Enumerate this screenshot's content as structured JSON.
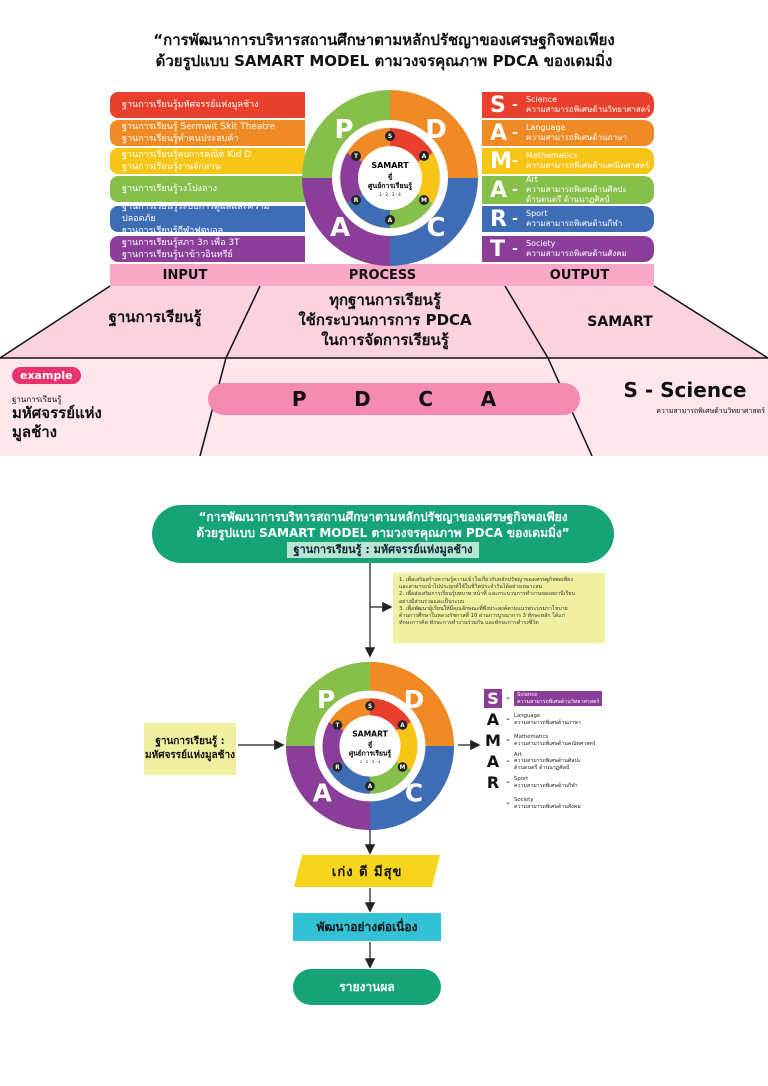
{
  "top": {
    "title_line1": "“การพัฒนาการบริหารสถานศึกษาตามหลักปรัชญาของเศรษฐกิจพอเพียง",
    "title_line2": "ด้วยรูปแบบ SAMART MODEL ตามวงจรคุณภาพ PDCA ของเดมมิ่ง",
    "left_bars": [
      {
        "line1": "ฐานการเรียนรู้มหัศจรรย์แห่งมูลช้าง",
        "line2": "",
        "color": "#e8402c"
      },
      {
        "line1": "ฐานการเรียนรู้ Sermwit Skit Theatre",
        "line2": "ฐานการเรียนรู้ทำคนประสบค้า",
        "color": "#f08a24"
      },
      {
        "line1": "ฐานการเรียนรู้ลบการคณิต Kid D",
        "line2": "ฐานการเรียนรู้งานจักสาน",
        "color": "#f6c515"
      },
      {
        "line1": "ฐานการเรียนรู้วงโปงลาง",
        "line2": "",
        "color": "#86c04a"
      },
      {
        "line1": "ฐานการเรียนรู้ระบบการดูแลและความปลอดภัย",
        "line2": "ฐานการเรียนรู้กีฬาฟุตบอล",
        "color": "#3f6db5"
      },
      {
        "line1": "ฐานการเรียนรู้สภา 3ก เพื่อ 3T",
        "line2": "ฐานการเรียนรู้นาข้าวอินทรีย์",
        "color": "#8a3d99"
      }
    ],
    "right_bars": [
      {
        "letter": "S",
        "en": "Science",
        "th": "ความสามารถพิเศษด้านวิทยาศาสตร์",
        "th2": "",
        "color": "#e8402c"
      },
      {
        "letter": "A",
        "en": "Language",
        "th": "ความสามารถพิเศษด้านภาษา",
        "th2": "",
        "color": "#f08a24"
      },
      {
        "letter": "M",
        "en": "Mathematics",
        "th": "ความสามารถพิเศษด้านคณิตศาสตร์",
        "th2": "",
        "color": "#f6c515"
      },
      {
        "letter": "A",
        "en": "Art",
        "th": "ความสามารถพิเศษด้านศิลปะ",
        "th2": "ด้านดนตรี ด้านนาฏศิลป์",
        "color": "#86c04a"
      },
      {
        "letter": "R",
        "en": "Sport",
        "th": "ความสามารถพิเศษด้านกีฬา",
        "th2": "",
        "color": "#3f6db5"
      },
      {
        "letter": "T",
        "en": "Society",
        "th": "ความสามารถพิเศษด้านสังคม",
        "th2": "",
        "color": "#8a3d99"
      }
    ],
    "headers": {
      "input": "INPUT",
      "process": "PROCESS",
      "output": "OUTPUT"
    },
    "row2": {
      "input": "ฐานการเรียนรู้",
      "process_l1": "ทุกฐานการเรียนรู้",
      "process_l2": "ใช้กระบวนการการ PDCA",
      "process_l3": "ในการจัดการเรียนรู้",
      "output": "SAMART"
    },
    "row3": {
      "example": "example",
      "example_sub": "ฐานการเรียนรู้",
      "example_l1": "มหัศจรรย์แห่ง",
      "example_l2": "มูลช้าง",
      "pdca": [
        "P",
        "D",
        "C",
        "A"
      ],
      "s_title": "S - Science",
      "s_sub": "ความสามารถพิเศษด้านวิทยาศาสตร์"
    }
  },
  "wheel": {
    "letters": [
      "P",
      "D",
      "A",
      "C"
    ],
    "center_l1": "SAMART",
    "center_l2": "สู่",
    "center_l3": "ศูนย์การเรียนรู้",
    "center_l4": "1 · 2 · 3 · 4",
    "ring_letters": [
      "S",
      "A",
      "M",
      "A",
      "R",
      "T"
    ],
    "colors": {
      "P": "#86c04a",
      "D": "#f08a24",
      "A": "#8a3d99",
      "C": "#3f6db5"
    }
  },
  "bottom": {
    "title_line1": "“การพัฒนาการบริหารสถานศึกษาตามหลักปรัชญาของเศรษฐกิจพอเพียง",
    "title_line2": "ด้วยรูปแบบ SAMART MODEL ตามวงจรคุณภาพ PDCA ของเดมมิ่ง”",
    "subtitle": "ฐานการเรียนรู้ : มหัศจรรย์แห่งมูลช้าง",
    "note": [
      "1. เพื่อเสริมสร้างความรู้ความเข้าใจเกี่ยวกับหลักปรัชญาของเศรษฐกิจพอเพียง",
      "และสามารถนำไปประยุกต์ใช้ในชีวิตประจำวันได้อย่างเหมาะสม",
      "2. เพื่อส่งเสริมการเรียนรู้บทบาท หน้าที่ และกระบวนการทำงานของสถานีเรียน",
      "อย่างมีส่วนร่วมและเป็นระบบ",
      "3. เพื่อพัฒนาผู้เรียนให้มีคุณลักษณะที่พึงประสงค์ตามแนวพระบรมราโชบาย",
      "ด้านการศึกษาในหลวงรัชกาลที่ 10 ผ่านการบูรณาการ 3 ทักษะหลัก ได้แก่",
      "ทักษะการคิด ทักษะการทำงานร่วมกัน และทักษะการดำรงชีวิต"
    ],
    "left_box_l1": "ฐานการเรียนรู้ :",
    "left_box_l2": "มหัศจรรย์แห่งมูลช้าง",
    "samart_list": [
      {
        "letter": "S",
        "en": "Science",
        "th": "ความสามารถพิเศษด้านวิทยาศาสตร์",
        "th2": ""
      },
      {
        "letter": "A",
        "en": "Language",
        "th": "ความสามารถพิเศษด้านภาษา",
        "th2": ""
      },
      {
        "letter": "M",
        "en": "Mathematics",
        "th": "ความสามารถพิเศษด้านคณิตศาสตร์",
        "th2": ""
      },
      {
        "letter": "A",
        "en": "Art",
        "th": "ความสามารถพิเศษด้านศิลปะ",
        "th2": "ด้านดนตรี ด้านนาฏศิลป์"
      },
      {
        "letter": "R",
        "en": "Sport",
        "th": "ความสามารถพิเศษด้านกีฬา",
        "th2": ""
      },
      {
        "letter": "",
        "en": "Society",
        "th": "ความสามารถพิเศษด้านสังคม",
        "th2": ""
      }
    ],
    "para": "เก่ง  ดี  มีสุข",
    "cyan": "พัฒนาอย่างต่อเนื่อง",
    "report": "รายงานผล"
  }
}
